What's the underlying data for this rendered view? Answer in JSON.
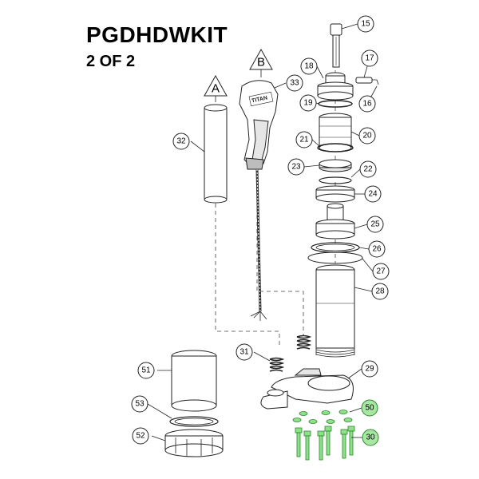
{
  "header": {
    "title": "PGDHDWKIT",
    "subtitle": "2 OF 2"
  },
  "brand_mark": "TITAN",
  "markers": [
    {
      "id": "A",
      "label": "A"
    },
    {
      "id": "B",
      "label": "B"
    }
  ],
  "callouts": [
    {
      "id": "15",
      "label": "15",
      "highlighted": false
    },
    {
      "id": "16",
      "label": "16",
      "highlighted": false
    },
    {
      "id": "17",
      "label": "17",
      "highlighted": false
    },
    {
      "id": "18",
      "label": "18",
      "highlighted": false
    },
    {
      "id": "19",
      "label": "19",
      "highlighted": false
    },
    {
      "id": "20",
      "label": "20",
      "highlighted": false
    },
    {
      "id": "21",
      "label": "21",
      "highlighted": false
    },
    {
      "id": "22",
      "label": "22",
      "highlighted": false
    },
    {
      "id": "23",
      "label": "23",
      "highlighted": false
    },
    {
      "id": "24",
      "label": "24",
      "highlighted": false
    },
    {
      "id": "25",
      "label": "25",
      "highlighted": false
    },
    {
      "id": "26",
      "label": "26",
      "highlighted": false
    },
    {
      "id": "27",
      "label": "27",
      "highlighted": false
    },
    {
      "id": "28",
      "label": "28",
      "highlighted": false
    },
    {
      "id": "29",
      "label": "29",
      "highlighted": false
    },
    {
      "id": "30",
      "label": "30",
      "highlighted": true
    },
    {
      "id": "31",
      "label": "31",
      "highlighted": false
    },
    {
      "id": "32",
      "label": "32",
      "highlighted": false
    },
    {
      "id": "33",
      "label": "33",
      "highlighted": false
    },
    {
      "id": "50",
      "label": "50",
      "highlighted": true
    },
    {
      "id": "51",
      "label": "51",
      "highlighted": false
    },
    {
      "id": "52",
      "label": "52",
      "highlighted": false
    },
    {
      "id": "53",
      "label": "53",
      "highlighted": false
    }
  ],
  "colors": {
    "highlight_fill": "#a8e6a3",
    "highlight_stroke": "#2a8a2a",
    "line": "#222222"
  }
}
